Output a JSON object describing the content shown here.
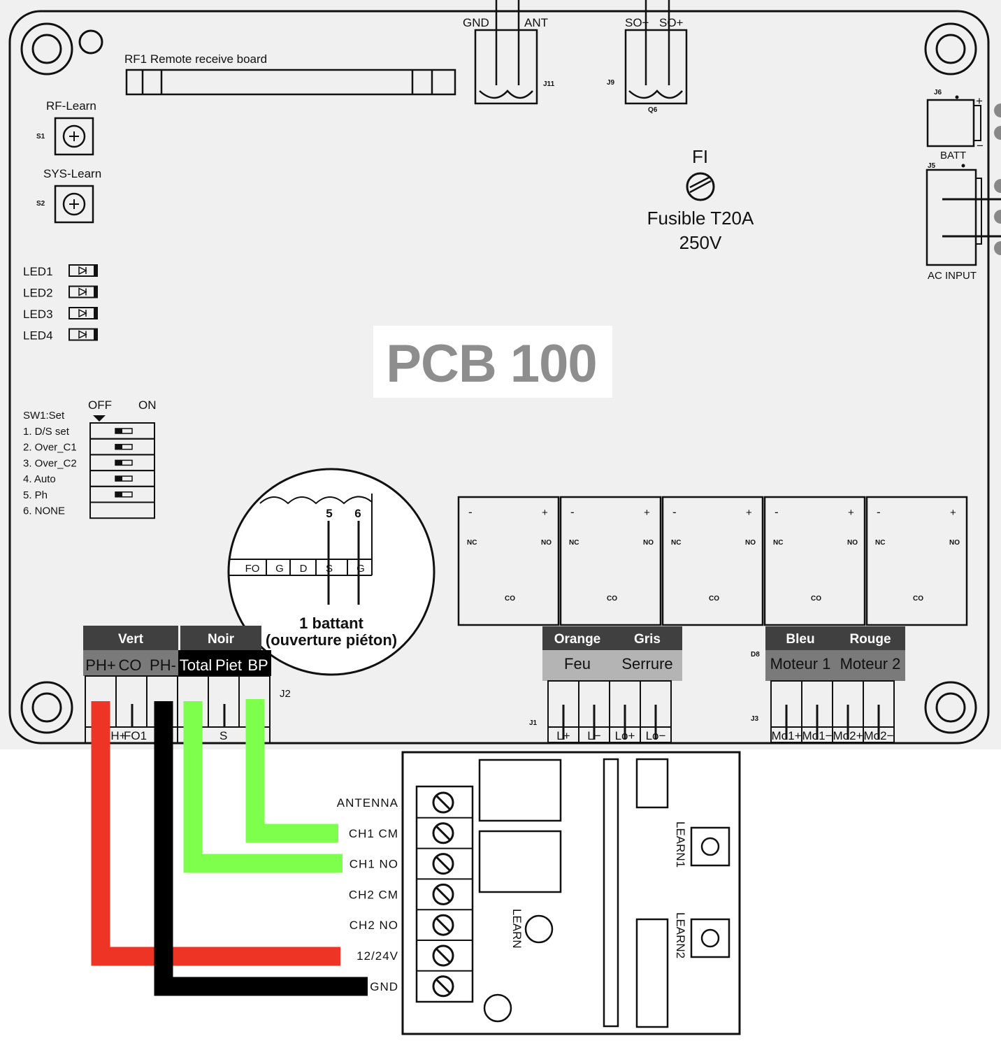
{
  "board": {
    "title": "PCB 100",
    "rf_module": {
      "ref": "RF1",
      "label": "Remote receive board"
    },
    "buttons": [
      {
        "ref": "S1",
        "label": "RF-Learn"
      },
      {
        "ref": "S2",
        "label": "SYS-Learn"
      }
    ],
    "leds": [
      "LED1",
      "LED2",
      "LED3",
      "LED4"
    ],
    "dip_switch": {
      "title": "SW1:Set",
      "off_label": "OFF",
      "on_label": "ON",
      "items": [
        "1. D/S set",
        "2. Over_C1",
        "3. Over_C2",
        "4. Auto",
        "5. Ph",
        "6. NONE"
      ]
    },
    "j11": {
      "ref": "J11",
      "pins": [
        "GND",
        "ANT"
      ]
    },
    "j9": {
      "ref": "J9",
      "sub": "Q6",
      "pins": [
        "SO−",
        "SO+"
      ]
    },
    "batt": {
      "ref": "J6",
      "label": "BATT",
      "plus": "+",
      "minus": "−"
    },
    "ac": {
      "ref": "J5",
      "label": "AC  INPUT"
    },
    "fuse": {
      "ref": "FI",
      "line1": "Fusible T20A",
      "line2": "250V"
    },
    "relays": {
      "minus": "-",
      "plus": "+",
      "nc": "NC",
      "no": "NO",
      "co": "CO"
    },
    "j2": {
      "ref": "J2",
      "groups": [
        {
          "color": "Vert"
        },
        {
          "color": "Noir"
        }
      ],
      "terminals": [
        "PH+",
        "CO",
        "PH-",
        "Total",
        "Piet",
        "BP"
      ],
      "bottom": [
        "PH+",
        "FO1",
        "S"
      ]
    },
    "j1": {
      "ref": "J1",
      "groups": [
        {
          "color": "Orange",
          "function": "Feu"
        },
        {
          "color": "Gris",
          "function": "Serrure"
        }
      ],
      "bottom": [
        "L+",
        "L−",
        "Lo+",
        "Lo−"
      ]
    },
    "j3": {
      "ref": "J3",
      "d8": "D8",
      "groups": [
        {
          "color": "Bleu",
          "function": "Moteur 1"
        },
        {
          "color": "Rouge",
          "function": "Moteur 2"
        }
      ],
      "bottom": [
        "Mo1+",
        "Mo1−",
        "Mo2+",
        "Mo2−"
      ]
    }
  },
  "callout": {
    "pin5": "5",
    "pin6": "6",
    "strip": [
      "FO",
      "G",
      "D",
      "S",
      "G"
    ],
    "caption1": "1 battant",
    "caption2": "(ouverture piéton)"
  },
  "receiver": {
    "terminals": [
      "ANTENNA",
      "CH1 CM",
      "CH1 NO",
      "CH2 CM",
      "CH2 NO",
      "12/24V",
      "GND"
    ],
    "learn": "LEARN",
    "learn1": "LEARN1",
    "learn2": "LEARN2"
  },
  "colors": {
    "red_wire": "#ee3424",
    "black_wire": "#000000",
    "green_wire": "#7dff4c",
    "board_bg": "#f0f0f0",
    "header_bg": "#404040",
    "sub_bg_dark": "#7a7a7a",
    "sub_bg_light": "#b4b4b4",
    "title_gray": "#8e8e8e"
  }
}
